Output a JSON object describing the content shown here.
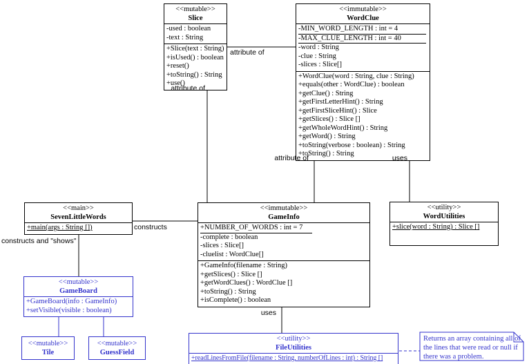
{
  "colors": {
    "domain_class_color": "#000000",
    "ui_class_color": "#3232cc",
    "background": "#ffffff",
    "relationship_label_color": "#000000"
  },
  "classes": {
    "slice": {
      "stereotype": "<<mutable>>",
      "name": "Slice",
      "attributes": [
        "-used : boolean",
        "-text : String"
      ],
      "methods": [
        "+Slice(text : String)",
        "+isUsed() : boolean",
        "+reset()",
        "+toString() : String",
        "+use()"
      ]
    },
    "wordclue": {
      "stereotype": "<<immutable>>",
      "name": "WordClue",
      "static_attributes": [
        "-MIN_WORD_LENGTH : int = 4",
        "-MAX_CLUE_LENGTH : int = 40"
      ],
      "attributes": [
        "-word : String",
        "-clue : String",
        "-slices : Slice[]"
      ],
      "methods": [
        "+WordClue(word : String, clue : String)",
        "+equals(other : WordClue) : boolean",
        "+getClue() : String",
        "+getFirstLetterHint() : String",
        "+getFirstSliceHint() : Slice",
        "+getSlices() : Slice []",
        "+getWholeWordHint() : String",
        "+getWord() : String",
        "+toString(verbose : boolean) : String",
        "+toString() : String"
      ]
    },
    "seven_little_words": {
      "stereotype": "<<main>>",
      "name": "SevenLittleWords",
      "static_methods": [
        "+main(args : String [])"
      ]
    },
    "game_info": {
      "stereotype": "<<immutable>>",
      "name": "GameInfo",
      "static_attributes": [
        "+NUMBER_OF_WORDS : int = 7"
      ],
      "attributes": [
        "-complete : boolean",
        "-slices : Slice[]",
        "-cluelist : WordClue[]"
      ],
      "methods": [
        "+GameInfo(filename : String)",
        "+getSlices() : Slice []",
        "+getWordClues() : WordClue []",
        "+toString() : String",
        "+isComplete() : boolean"
      ]
    },
    "word_utilities": {
      "stereotype": "<<utility>>",
      "name": "WordUtilities",
      "static_methods": [
        "+slice(word : String) : Slice []"
      ]
    },
    "game_board": {
      "stereotype": "<<mutable>>",
      "name": "GameBoard",
      "methods": [
        "+GameBoard(info : GameInfo)",
        "+setVisible(visible : boolean)"
      ]
    },
    "tile": {
      "stereotype": "<<mutable>>",
      "name": "Tile"
    },
    "guess_field": {
      "stereotype": "<<mutable>>",
      "name": "GuessField"
    },
    "file_utilities": {
      "stereotype": "<<utility>>",
      "name": "FileUtilities",
      "static_methods": [
        "+readLinesFromFile(filename : String, numberOfLines : int) : String []"
      ]
    }
  },
  "relationship_labels": {
    "slice_to_wordclue": "attribute of",
    "slice_to_gameinfo": "attribute of",
    "wordclue_to_gameinfo": "attribute of",
    "wordclue_to_wordutilities": "uses",
    "main_to_gameinfo": "constructs",
    "main_to_gameboard": "constructs and \"shows\"",
    "gameinfo_to_fileutilities": "uses"
  },
  "note": {
    "lines": [
      "Returns an array containing all of",
      "the lines that were read or null if",
      "there was a problem."
    ]
  }
}
